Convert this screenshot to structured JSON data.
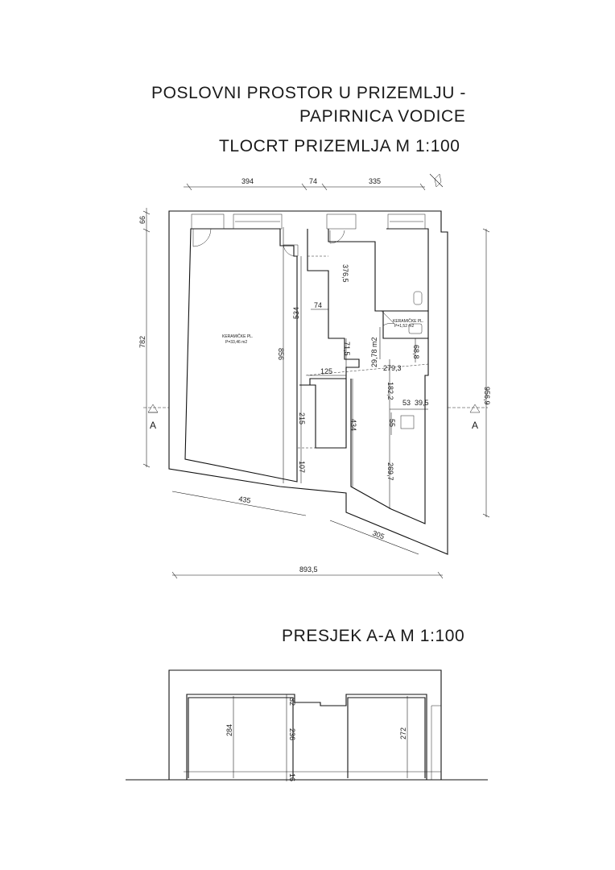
{
  "titles": {
    "main_line1": "POSLOVNI PROSTOR U PRIZEMLJU -",
    "main_line2": "PAPIRNICA VODICE",
    "plan": "TLOCRT PRIZEMLJA M 1:100",
    "section": "PRESJEK A-A M 1:100"
  },
  "plan": {
    "dims": {
      "top1": "394",
      "top2": "74",
      "top3": "335",
      "left_top": "66",
      "left_main": "782",
      "right_total": "956,9",
      "d376": "376,5",
      "d534": "534",
      "d74b": "74",
      "d856": "856",
      "d71": "71,5",
      "d125": "125",
      "d215": "215",
      "d107": "107",
      "d2978": "29,78 m2",
      "d688": "68,8",
      "d2793": "279,3",
      "d1822": "182,2",
      "d53": "53",
      "d395": "39,5",
      "d55": "55",
      "d434": "434",
      "d2697": "269,7",
      "bottom1": "435",
      "bottom2": "305",
      "bottom_total": "893,5"
    },
    "room_main_label": "KERAMIČKE PL.",
    "room_main_area": "P=33,46 m2",
    "wc_label": "KERAMIČKE PL.",
    "wc_area": "P=1,52 m2",
    "section_marker": "A",
    "north_symbol": "north-arrow-icon"
  },
  "section": {
    "dims": {
      "s32": "32",
      "s284": "284",
      "s236": "236",
      "s272": "272",
      "s16": "16"
    }
  }
}
